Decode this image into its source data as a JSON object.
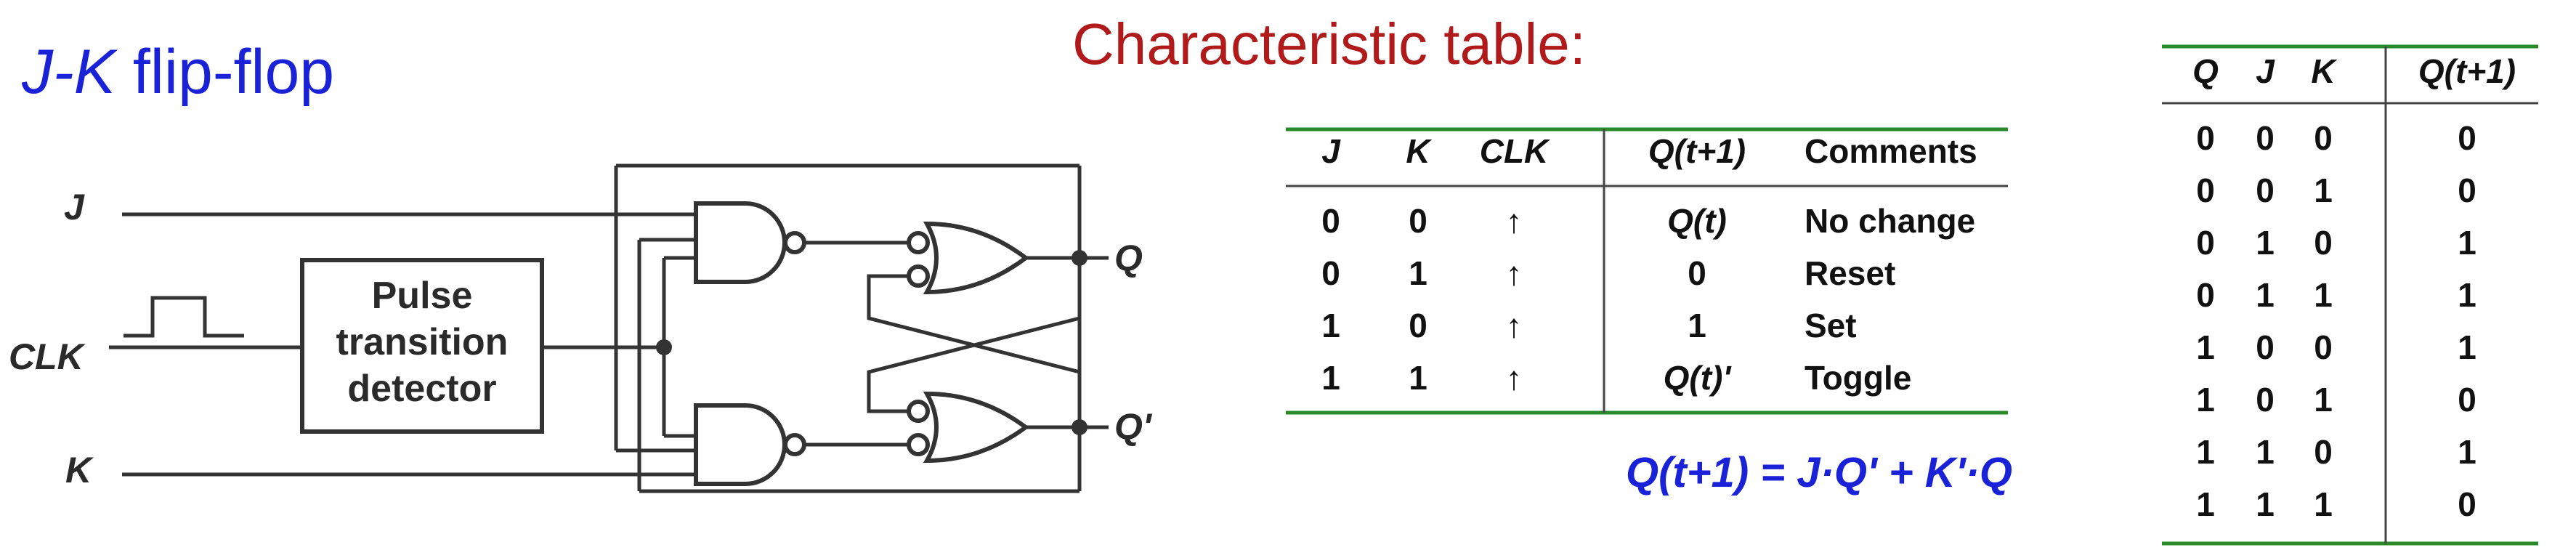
{
  "title": {
    "letters": "J-K",
    "rest": " flip-flop"
  },
  "characteristic_heading": "Characteristic table:",
  "circuit": {
    "input_j": "J",
    "input_clk": "CLK",
    "input_k": "K",
    "detector_lines": [
      "Pulse",
      "transition",
      "detector"
    ],
    "output_q": "Q",
    "output_qbar": "Q'"
  },
  "char_table": {
    "headers": [
      "J",
      "K",
      "CLK",
      "Q(t+1)",
      "Comments"
    ],
    "rows": [
      [
        "0",
        "0",
        "↑",
        "Q(t)",
        "No change"
      ],
      [
        "0",
        "1",
        "↑",
        "0",
        "Reset"
      ],
      [
        "1",
        "0",
        "↑",
        "1",
        "Set"
      ],
      [
        "1",
        "1",
        "↑",
        "Q(t)'",
        "Toggle"
      ]
    ]
  },
  "equation": "Q(t+1) = J·Q' + K'·Q",
  "truth_table": {
    "headers": [
      "Q",
      "J",
      "K",
      "Q(t+1)"
    ],
    "rows": [
      [
        "0",
        "0",
        "0",
        "0"
      ],
      [
        "0",
        "0",
        "1",
        "0"
      ],
      [
        "0",
        "1",
        "0",
        "1"
      ],
      [
        "0",
        "1",
        "1",
        "1"
      ],
      [
        "1",
        "0",
        "0",
        "1"
      ],
      [
        "1",
        "0",
        "1",
        "0"
      ],
      [
        "1",
        "1",
        "0",
        "1"
      ],
      [
        "1",
        "1",
        "1",
        "0"
      ]
    ]
  },
  "colors": {
    "title": "#1a22d8",
    "heading": "#b01a1a",
    "rule": "#2a8a2a"
  }
}
